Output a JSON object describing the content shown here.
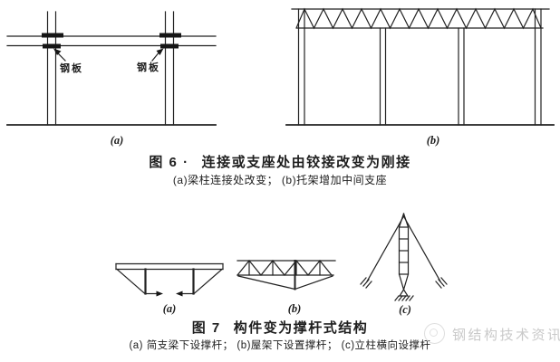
{
  "page": {
    "background": "#ffffff",
    "ink": "#222222"
  },
  "figure6": {
    "name_label": "图 6 ·",
    "title": "连接或支座处由铰接改变为刚接",
    "subcaption": "(a)梁柱连接处改变； (b)托架增加中间支座",
    "panel_a": {
      "label": "(a)",
      "steel_plate_label_left": "钢板",
      "steel_plate_label_right": "钢板"
    },
    "panel_b": {
      "label": "(b)"
    }
  },
  "figure7": {
    "name_label": "图 7",
    "title": "构件变为撑杆式结构",
    "subcaption": "(a) 简支梁下设撑杆； (b)屋架下设置撑杆； (c)立柱横向设撑杆",
    "panel_a": {
      "label": "(a)"
    },
    "panel_b": {
      "label": "(b)"
    },
    "panel_c": {
      "label": "(c)"
    }
  },
  "watermark": {
    "text": "钢结构技术资讯",
    "color": "#c9c9c9"
  }
}
